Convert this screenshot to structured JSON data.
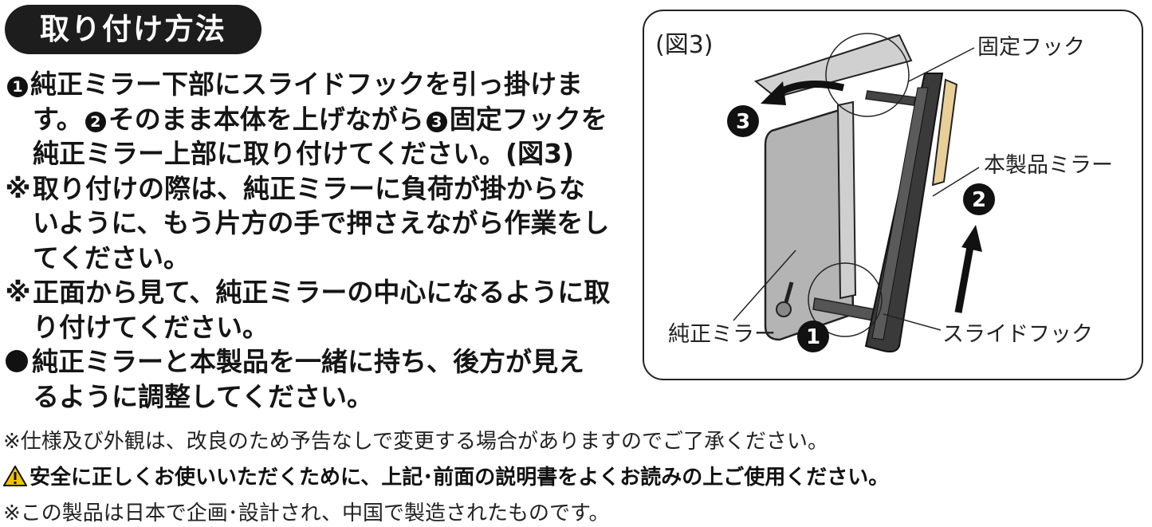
{
  "title": "取り付け方法",
  "steps": {
    "l1_num": "1",
    "l1_text": "純正ミラー下部にスライドフックを引っ掛けま",
    "l2_a": "す。",
    "l2_num": "2",
    "l2_b": "そのまま本体を上げながら",
    "l2_num3": "3",
    "l2_c": "固定フックを",
    "l3": "純正ミラー上部に取り付けてください。(図3)",
    "note1_mark": "※",
    "note1_l1": "取り付けの際は、純正ミラーに負荷が掛からな",
    "note1_l2": "いように、もう片方の手で押さえながら作業をし",
    "note1_l3": "てください。",
    "note2_mark": "※",
    "note2_l1": "正面から見て、純正ミラーの中心になるように取",
    "note2_l2": "り付けてください。",
    "bullet_l1": "純正ミラーと本製品を一緒に持ち、後方が見え",
    "bullet_l2": "るように調整してください。"
  },
  "figure": {
    "label": "(図3)",
    "fixed_hook": "固定フック",
    "product_mirror": "本製品ミラー",
    "genuine_mirror": "純正ミラー",
    "slide_hook": "スライドフック",
    "num1": "1",
    "num2": "2",
    "num3": "3"
  },
  "footer": {
    "spec_note": "※仕様及び外観は、改良のため予告なしで変更する場合がありますのでご了承ください。",
    "safety_note": "安全に正しくお使いいただくために、上記･前面の説明書をよくお読みの上ご使用ください。",
    "origin_note": "※この製品は日本で企画･設計され、中国で製造されたものです。"
  },
  "colors": {
    "ink": "#111111",
    "mirror_gray": "#b4b4b4",
    "mount_tan": "#e8cf98",
    "warning_yellow": "#f2c200"
  }
}
